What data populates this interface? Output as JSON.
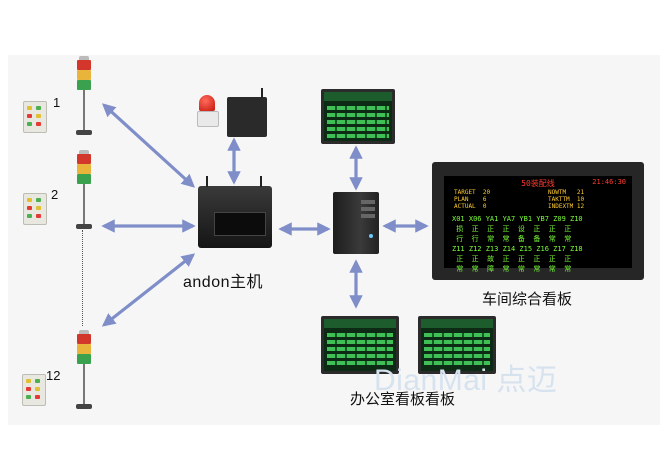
{
  "nodes": {
    "station_numbers": [
      "1",
      "2",
      "12"
    ],
    "andon_host_label": "andon主机",
    "workshop_board_label": "车间综合看板",
    "office_board_label": "办公室看板看板"
  },
  "workshop_board": {
    "title": "50装配线",
    "time": "21:46:30",
    "stats_left": "TARGET  20\nPLAN    6\nACTUAL  0",
    "stats_right": "NOWTM   21\nTAKTTM  10\nINDEXTM 12",
    "grid": "X01 X06 YA1 YA7 YB1 YB7 Z09 Z10\n 损  正  正  正  设  正  正  正\n 行  行  常  常  备  备  常  常\nZ11 Z12 Z13 Z14 Z15 Z16 Z17 Z18\n 正  正  故  正  正  正  正  正\n 常  常  障  常  常  常  常  常"
  },
  "watermark": "DianMai 点迈",
  "colors": {
    "arrow": "#7f8ec9",
    "board_title": "#ff3b2f",
    "board_text": "#7cff3a",
    "board_stats": "#ffcc33",
    "watermark": "#d6e3ef"
  }
}
